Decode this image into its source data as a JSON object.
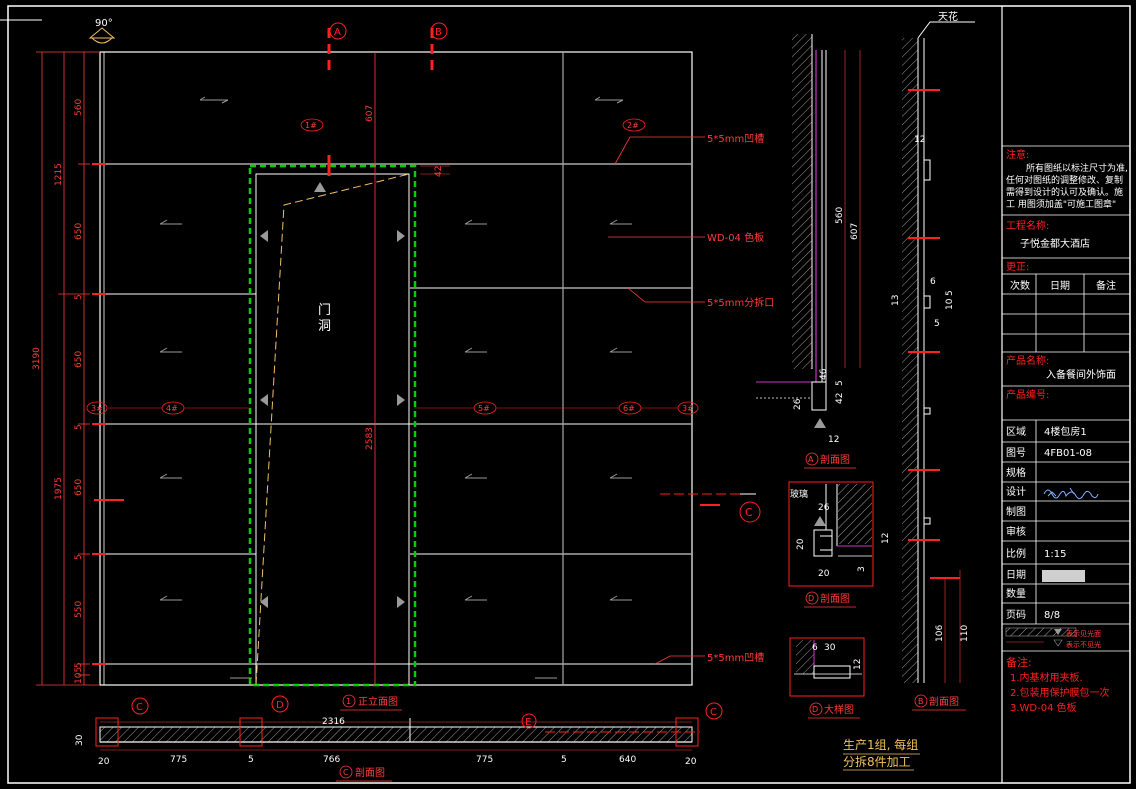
{
  "colors": {
    "background": "#000000",
    "line": "#ffffff",
    "grid": "#a8a8a8",
    "dim": "#ff3b3b",
    "accent": "#ff2020",
    "door": "#00d000",
    "leader": "#f0c060",
    "label_red": "#ff4040",
    "magenta": "#cc33cc"
  },
  "top_angle": "90°",
  "markers": {
    "a": "A",
    "b": "B",
    "c": "C",
    "d": "D",
    "e": "E"
  },
  "panel_tags": [
    "1#",
    "2#",
    "3#",
    "4#",
    "5#",
    "6#",
    "3#"
  ],
  "door_label": [
    "门",
    "洞"
  ],
  "left_dims": {
    "outer_total": "3190",
    "mid_a": "1215",
    "mid_b": "1975",
    "segments": [
      "560",
      "650",
      "5",
      "650",
      "5",
      "650",
      "5",
      "550",
      "5",
      "105"
    ]
  },
  "inner_dims": {
    "door_height": "2583",
    "top": "607",
    "gap": "42"
  },
  "callouts": {
    "groove1": "5*5mm凹槽",
    "panel": "WD-04 色板",
    "split": "5*5mm分拆口",
    "groove2": "5*5mm凹槽"
  },
  "view_titles": {
    "front": "正立面图",
    "section_a": "剖面图",
    "section_b": "剖面图",
    "section_c": "剖面图",
    "section_d": "剖面图",
    "detail_d": "大样图"
  },
  "bottom_dims": {
    "total": "2316",
    "parts": [
      "20",
      "775",
      "766",
      "775",
      "640",
      "20"
    ],
    "depth": "30",
    "five": "5"
  },
  "section_a_dims": {
    "d560": "560",
    "d607": "607",
    "d42": "42",
    "d5": "5",
    "d12": "12",
    "d26": "26",
    "d46": "46"
  },
  "section_b_dims": {
    "top": "天花",
    "d12": "12",
    "d6": "6",
    "d13": "13",
    "d10": "10",
    "d5": "5",
    "d106": "106",
    "d110": "110"
  },
  "section_d_dims": {
    "glass": "玻璃",
    "d26": "26",
    "d20": "20",
    "d20b": "20",
    "d3": "3",
    "d12": "12"
  },
  "detail_dims": {
    "d6": "6",
    "d30": "30",
    "d12": "12"
  },
  "production_note": [
    "生产1组, 每组",
    "分拆8件加工"
  ],
  "title_block": {
    "note_title": "注意:",
    "note_text": [
      "所有图纸以标注尺寸为准,",
      "任何对图纸的调整修改、复制",
      "需得到设计的认可及确认。施",
      "工 用图须加盖\"可施工图章\""
    ],
    "project_label": "工程名称:",
    "project_name": "子悦金都大酒店",
    "revision_label": "更正:",
    "revision_headers": [
      "次数",
      "日期",
      "备注"
    ],
    "product_label": "产品名称:",
    "product_name": "入备餐间外饰面",
    "product_no_label": "产品编号:",
    "rows": [
      {
        "k": "区域",
        "v": "4楼包房1"
      },
      {
        "k": "图号",
        "v": "4FB01-08"
      },
      {
        "k": "规格",
        "v": ""
      },
      {
        "k": "设计",
        "v": ""
      },
      {
        "k": "制图",
        "v": ""
      },
      {
        "k": "审核",
        "v": ""
      },
      {
        "k": "比例",
        "v": "1:15"
      },
      {
        "k": "日期",
        "v": ""
      },
      {
        "k": "数量",
        "v": ""
      },
      {
        "k": "页码",
        "v": "8/8"
      }
    ],
    "legend": [
      "表示见光面",
      "表示不见光"
    ],
    "remarks_title": "备注:",
    "remarks": [
      "1.内基材用夹板.",
      "2.包装用保护膜包一次",
      "3.WD-04 色板"
    ]
  }
}
